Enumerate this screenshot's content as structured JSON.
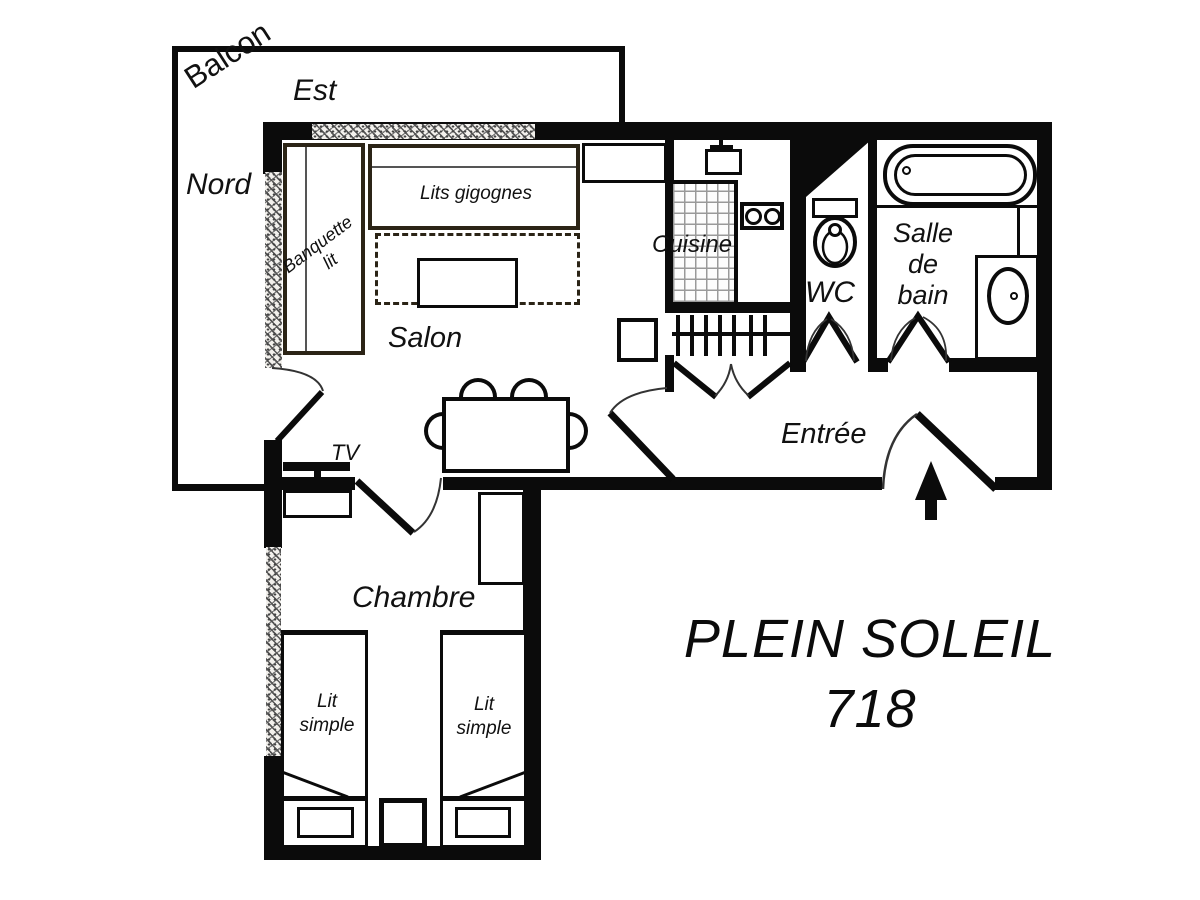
{
  "colors": {
    "wall": "#0b0b0b",
    "furniture_accent": "#2b2416",
    "label": "#111111",
    "background": "#ffffff"
  },
  "title": {
    "line1": "PLEIN SOLEIL",
    "line2": "718"
  },
  "balcony": {
    "name": "Balcon",
    "east_label": "Est",
    "north_label": "Nord"
  },
  "rooms": {
    "salon": "Salon",
    "cuisine": "Cuisine",
    "wc": "WC",
    "bath_l1": "Salle",
    "bath_l2": "de",
    "bath_l3": "bain",
    "entree": "Entrée",
    "chambre": "Chambre"
  },
  "furniture": {
    "lits_gigognes": "Lits gigognes",
    "banquette": "Banquette lit",
    "tv": "TV",
    "lit_simple_left": "Lit simple",
    "lit_simple_right": "Lit simple"
  }
}
